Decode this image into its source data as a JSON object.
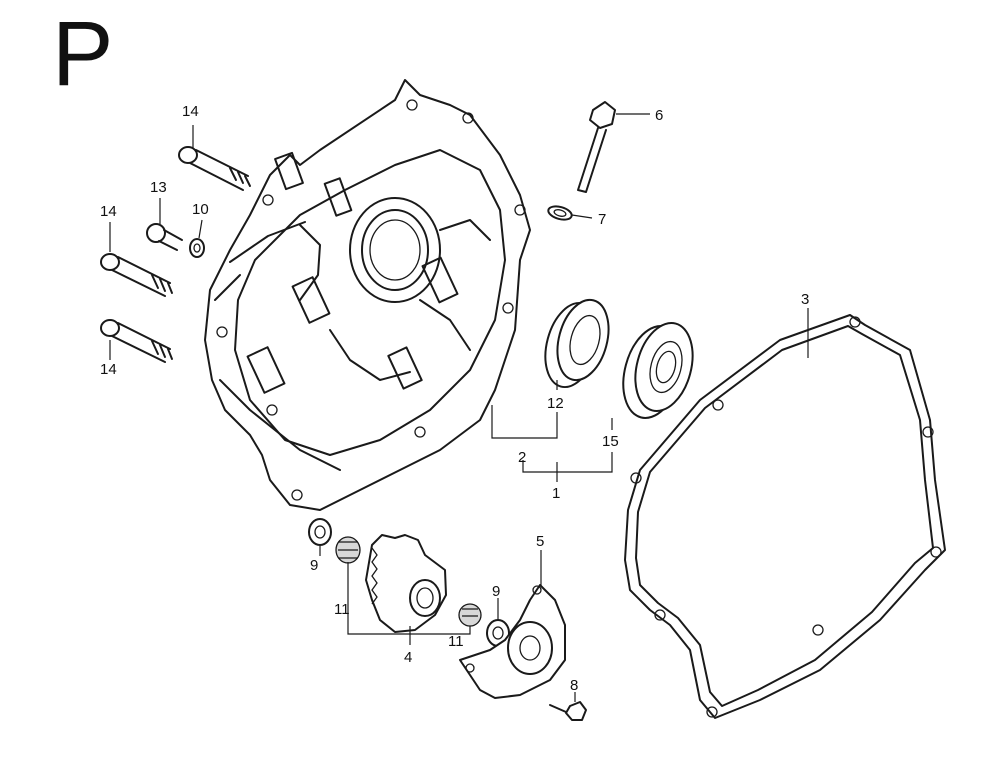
{
  "page_letter": "P",
  "labels": {
    "l1": "1",
    "l2": "2",
    "l3": "3",
    "l4": "4",
    "l5": "5",
    "l6": "6",
    "l7": "7",
    "l8": "8",
    "l9a": "9",
    "l9b": "9",
    "l10": "10",
    "l11a": "11",
    "l11b": "11",
    "l12": "12",
    "l13": "13",
    "l14a": "14",
    "l14b": "14",
    "l14c": "14",
    "l15": "15"
  }
}
